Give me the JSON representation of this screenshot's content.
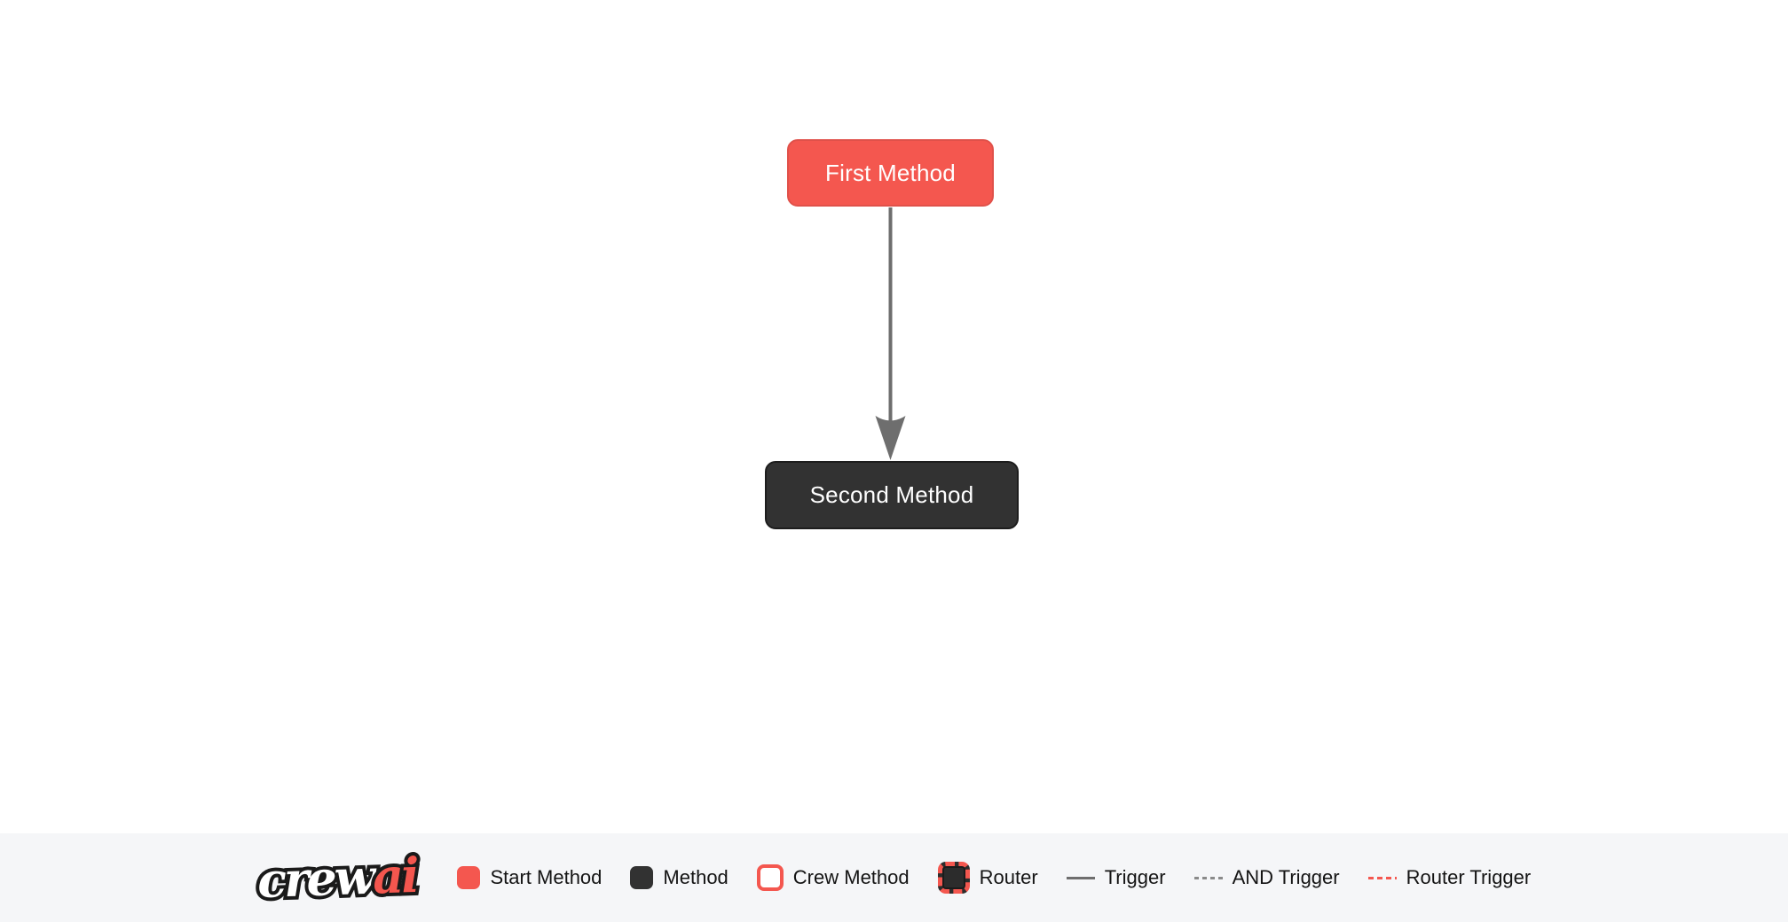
{
  "flow": {
    "nodes": [
      {
        "label": "First Method",
        "type": "start_method",
        "color": "#f4574f"
      },
      {
        "label": "Second Method",
        "type": "method",
        "color": "#323232"
      }
    ],
    "edges": [
      {
        "from": "First Method",
        "to": "Second Method",
        "type": "trigger",
        "color": "#6e6e6e"
      }
    ]
  },
  "legend": {
    "logo": {
      "crew": "crew",
      "ai": "ai"
    },
    "items": [
      {
        "label": "Start Method",
        "swatch": "start-method-swatch"
      },
      {
        "label": "Method",
        "swatch": "method-swatch"
      },
      {
        "label": "Crew Method",
        "swatch": "crew-method-swatch"
      },
      {
        "label": "Router",
        "swatch": "router-swatch"
      },
      {
        "label": "Trigger",
        "swatch": "trigger-line"
      },
      {
        "label": "AND Trigger",
        "swatch": "and-trigger-line"
      },
      {
        "label": "Router Trigger",
        "swatch": "router-trigger-line"
      }
    ]
  },
  "colors": {
    "accent_red": "#f4574f",
    "method_dark": "#323232",
    "edge_gray": "#6e6e6e",
    "footer_background": "#f5f6f8"
  }
}
